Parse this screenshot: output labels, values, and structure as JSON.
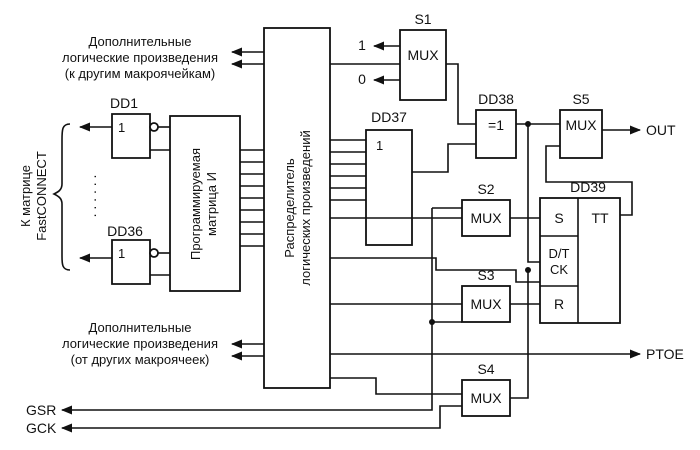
{
  "notes": {
    "extra_out": [
      "Дополнительные",
      "логические произведения",
      "(к другим макроячейкам)"
    ],
    "extra_in": [
      "Дополнительные",
      "логические произведения",
      "(от других макроячеек)"
    ]
  },
  "blocks": {
    "distributor": [
      "Распределитель",
      "логических произведений"
    ],
    "and_matrix": [
      "Программируемая",
      "матрица И"
    ],
    "fastconnect": [
      "К матрице",
      "FastCONNECT"
    ],
    "dd1": "DD1",
    "dd36": "DD36",
    "dd37": "DD37",
    "dd38": "DD38",
    "dd39": "DD39",
    "or_sym": "1",
    "xor_sym": "=1",
    "tt": "TT",
    "mux_label": "MUX",
    "s1": "S1",
    "s2": "S2",
    "s3": "S3",
    "s4": "S4",
    "s5": "S5",
    "ff_s": "S",
    "ff_dt": "D/T",
    "ff_ck": "CK",
    "ff_r": "R",
    "one": "1",
    "zero": "0",
    "dots": ". . . . . ."
  },
  "signals": {
    "out": "OUT",
    "ptoe": "PTOE",
    "gsr": "GSR",
    "gck": "GCK"
  }
}
